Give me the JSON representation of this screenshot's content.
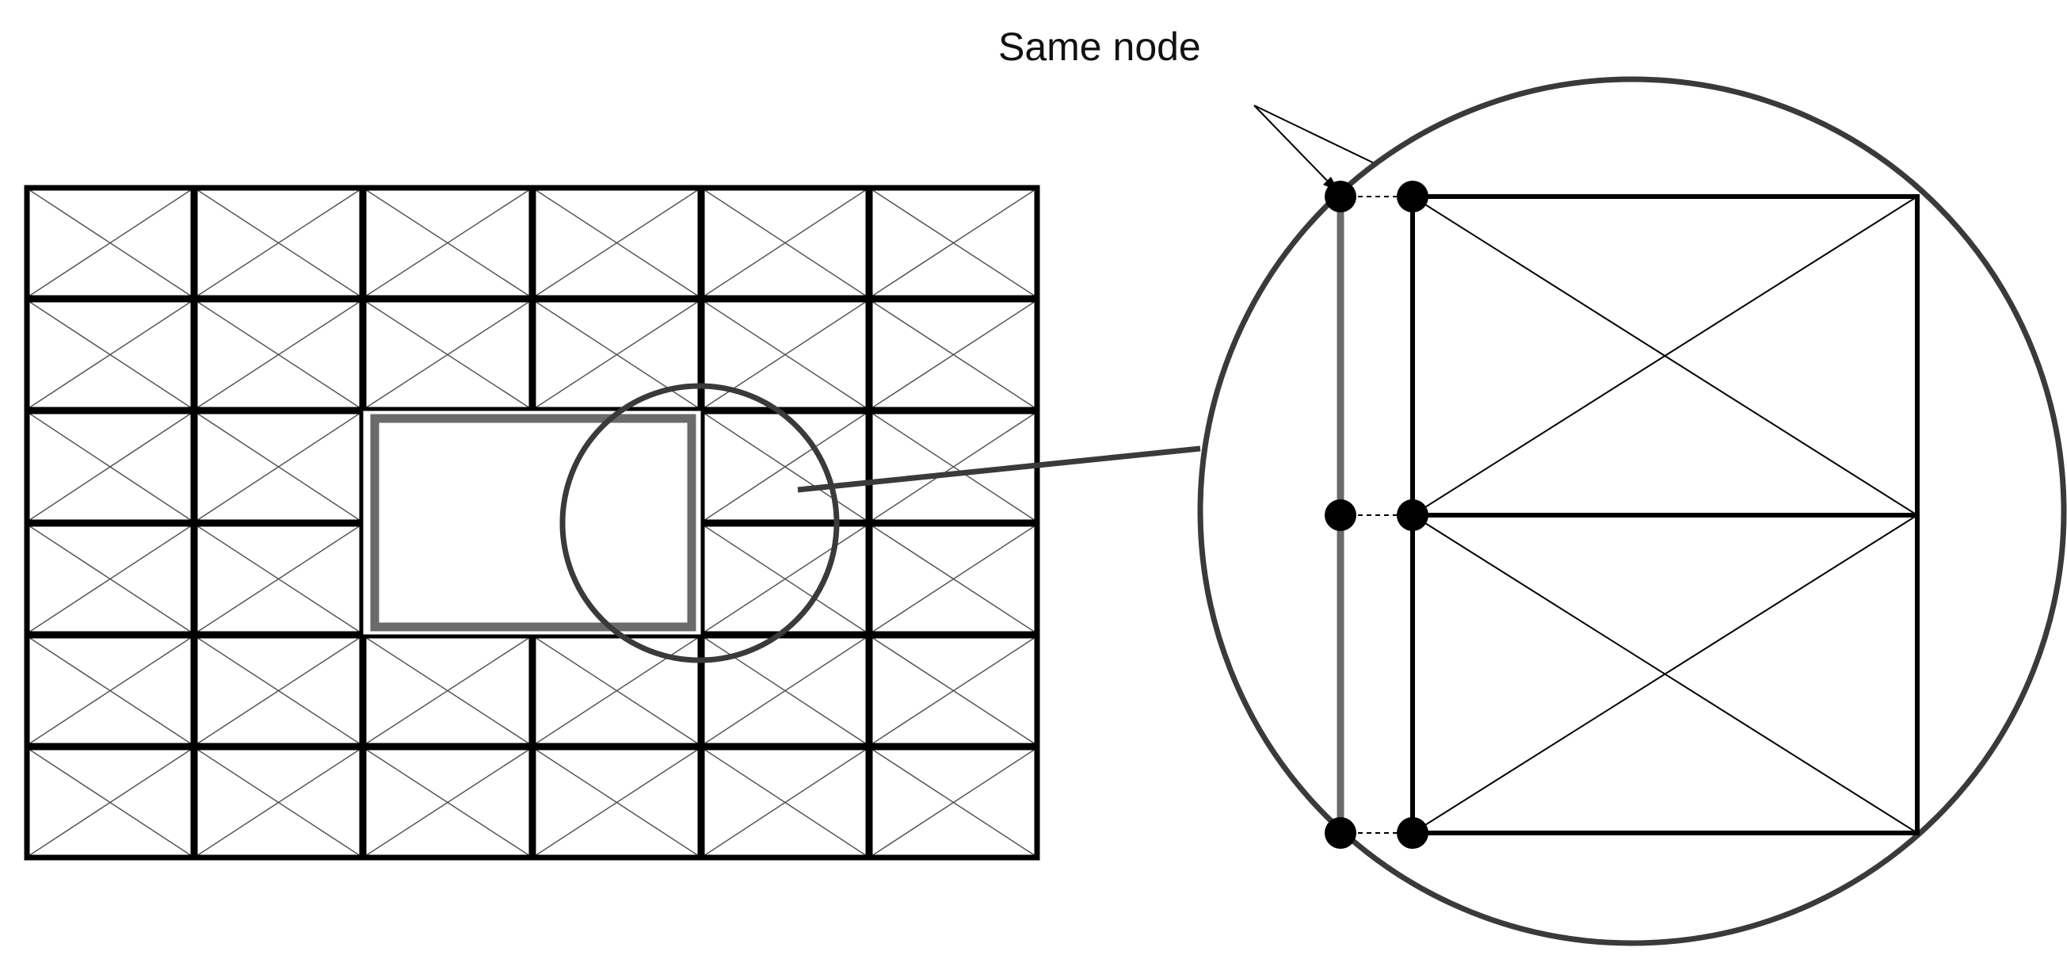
{
  "annotation": {
    "label": "Same node"
  },
  "mesh": {
    "columns": 6,
    "rows": 6,
    "hole": {
      "col_start": 2,
      "col_end": 3,
      "row_start": 2,
      "row_end": 3
    }
  },
  "zoom": {
    "element_rows": 2
  },
  "colors": {
    "element_edge": "#000000",
    "element_diagonal": "#555555",
    "hole_boundary": "#6b6b6b",
    "magnifier_circle": "#3a3a3a",
    "node": "#000000"
  }
}
